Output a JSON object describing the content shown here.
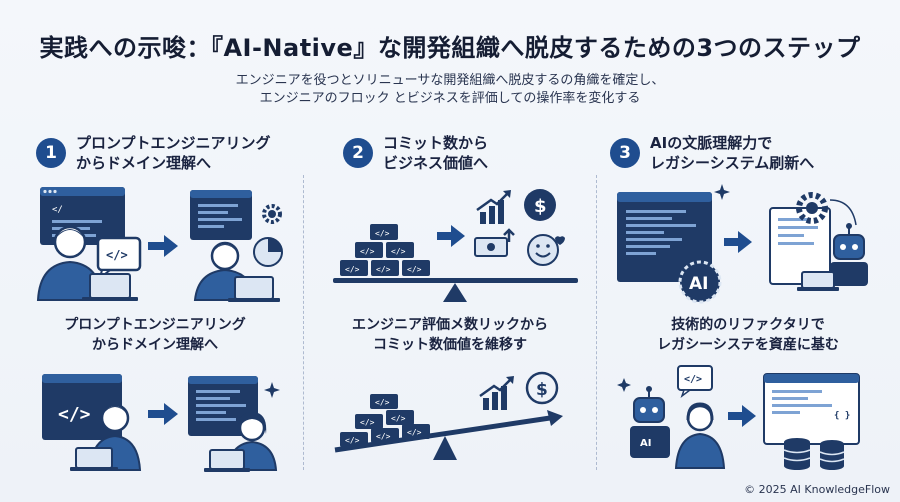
{
  "title": "実践への示唆：『AI-Native』な開発組織へ脱皮するための3つのステップ",
  "subtitle": {
    "line1": "エンジニアを役つとソリニューサな開発組織へ脱皮するの角織を確定し、",
    "line2": "エンジニアのフロック とビジネスを評価しての操作率を変化する"
  },
  "steps": [
    {
      "number": "1",
      "title_line1": "プロンプトエンジニアリング",
      "title_line2": "からドメイン理解へ",
      "caption_line1": "プロンプトエンジニアリング",
      "caption_line2": "からドメイン理解へ"
    },
    {
      "number": "2",
      "title_line1": "コミット数から",
      "title_line2": "ビジネス価値へ",
      "caption_line1": "エンジニア評価メ数リックから",
      "caption_line2": "コミット数価値を維移す"
    },
    {
      "number": "3",
      "title_line1": "AIの文脈理解力で",
      "title_line2": "レガシーシステム刷新へ",
      "caption_line1": "技術的のリファクタリで",
      "caption_line2": "レガシーシステを資産に基む"
    }
  ],
  "glyphs": {
    "code": "</>",
    "code_short": "</",
    "dollar": "$",
    "ai": "AI",
    "brace": "{ }"
  },
  "icons": [
    "code-window-icon",
    "developer-icon",
    "laptop-icon",
    "arrow-right-icon",
    "pie-chart-icon",
    "gear-icon",
    "sparkle-icon",
    "code-block-icon",
    "seesaw-icon",
    "bar-chart-icon",
    "dollar-coin-icon",
    "cash-icon",
    "smile-icon",
    "ai-chip-icon",
    "robot-icon",
    "document-icon",
    "database-icon"
  ],
  "colors": {
    "navy": "#1f3a66",
    "blue": "#2f5f9e",
    "light_blue": "#dce6f3",
    "accent": "#1f4d8f"
  },
  "footer": "© 2025 AI KnowledgeFlow"
}
